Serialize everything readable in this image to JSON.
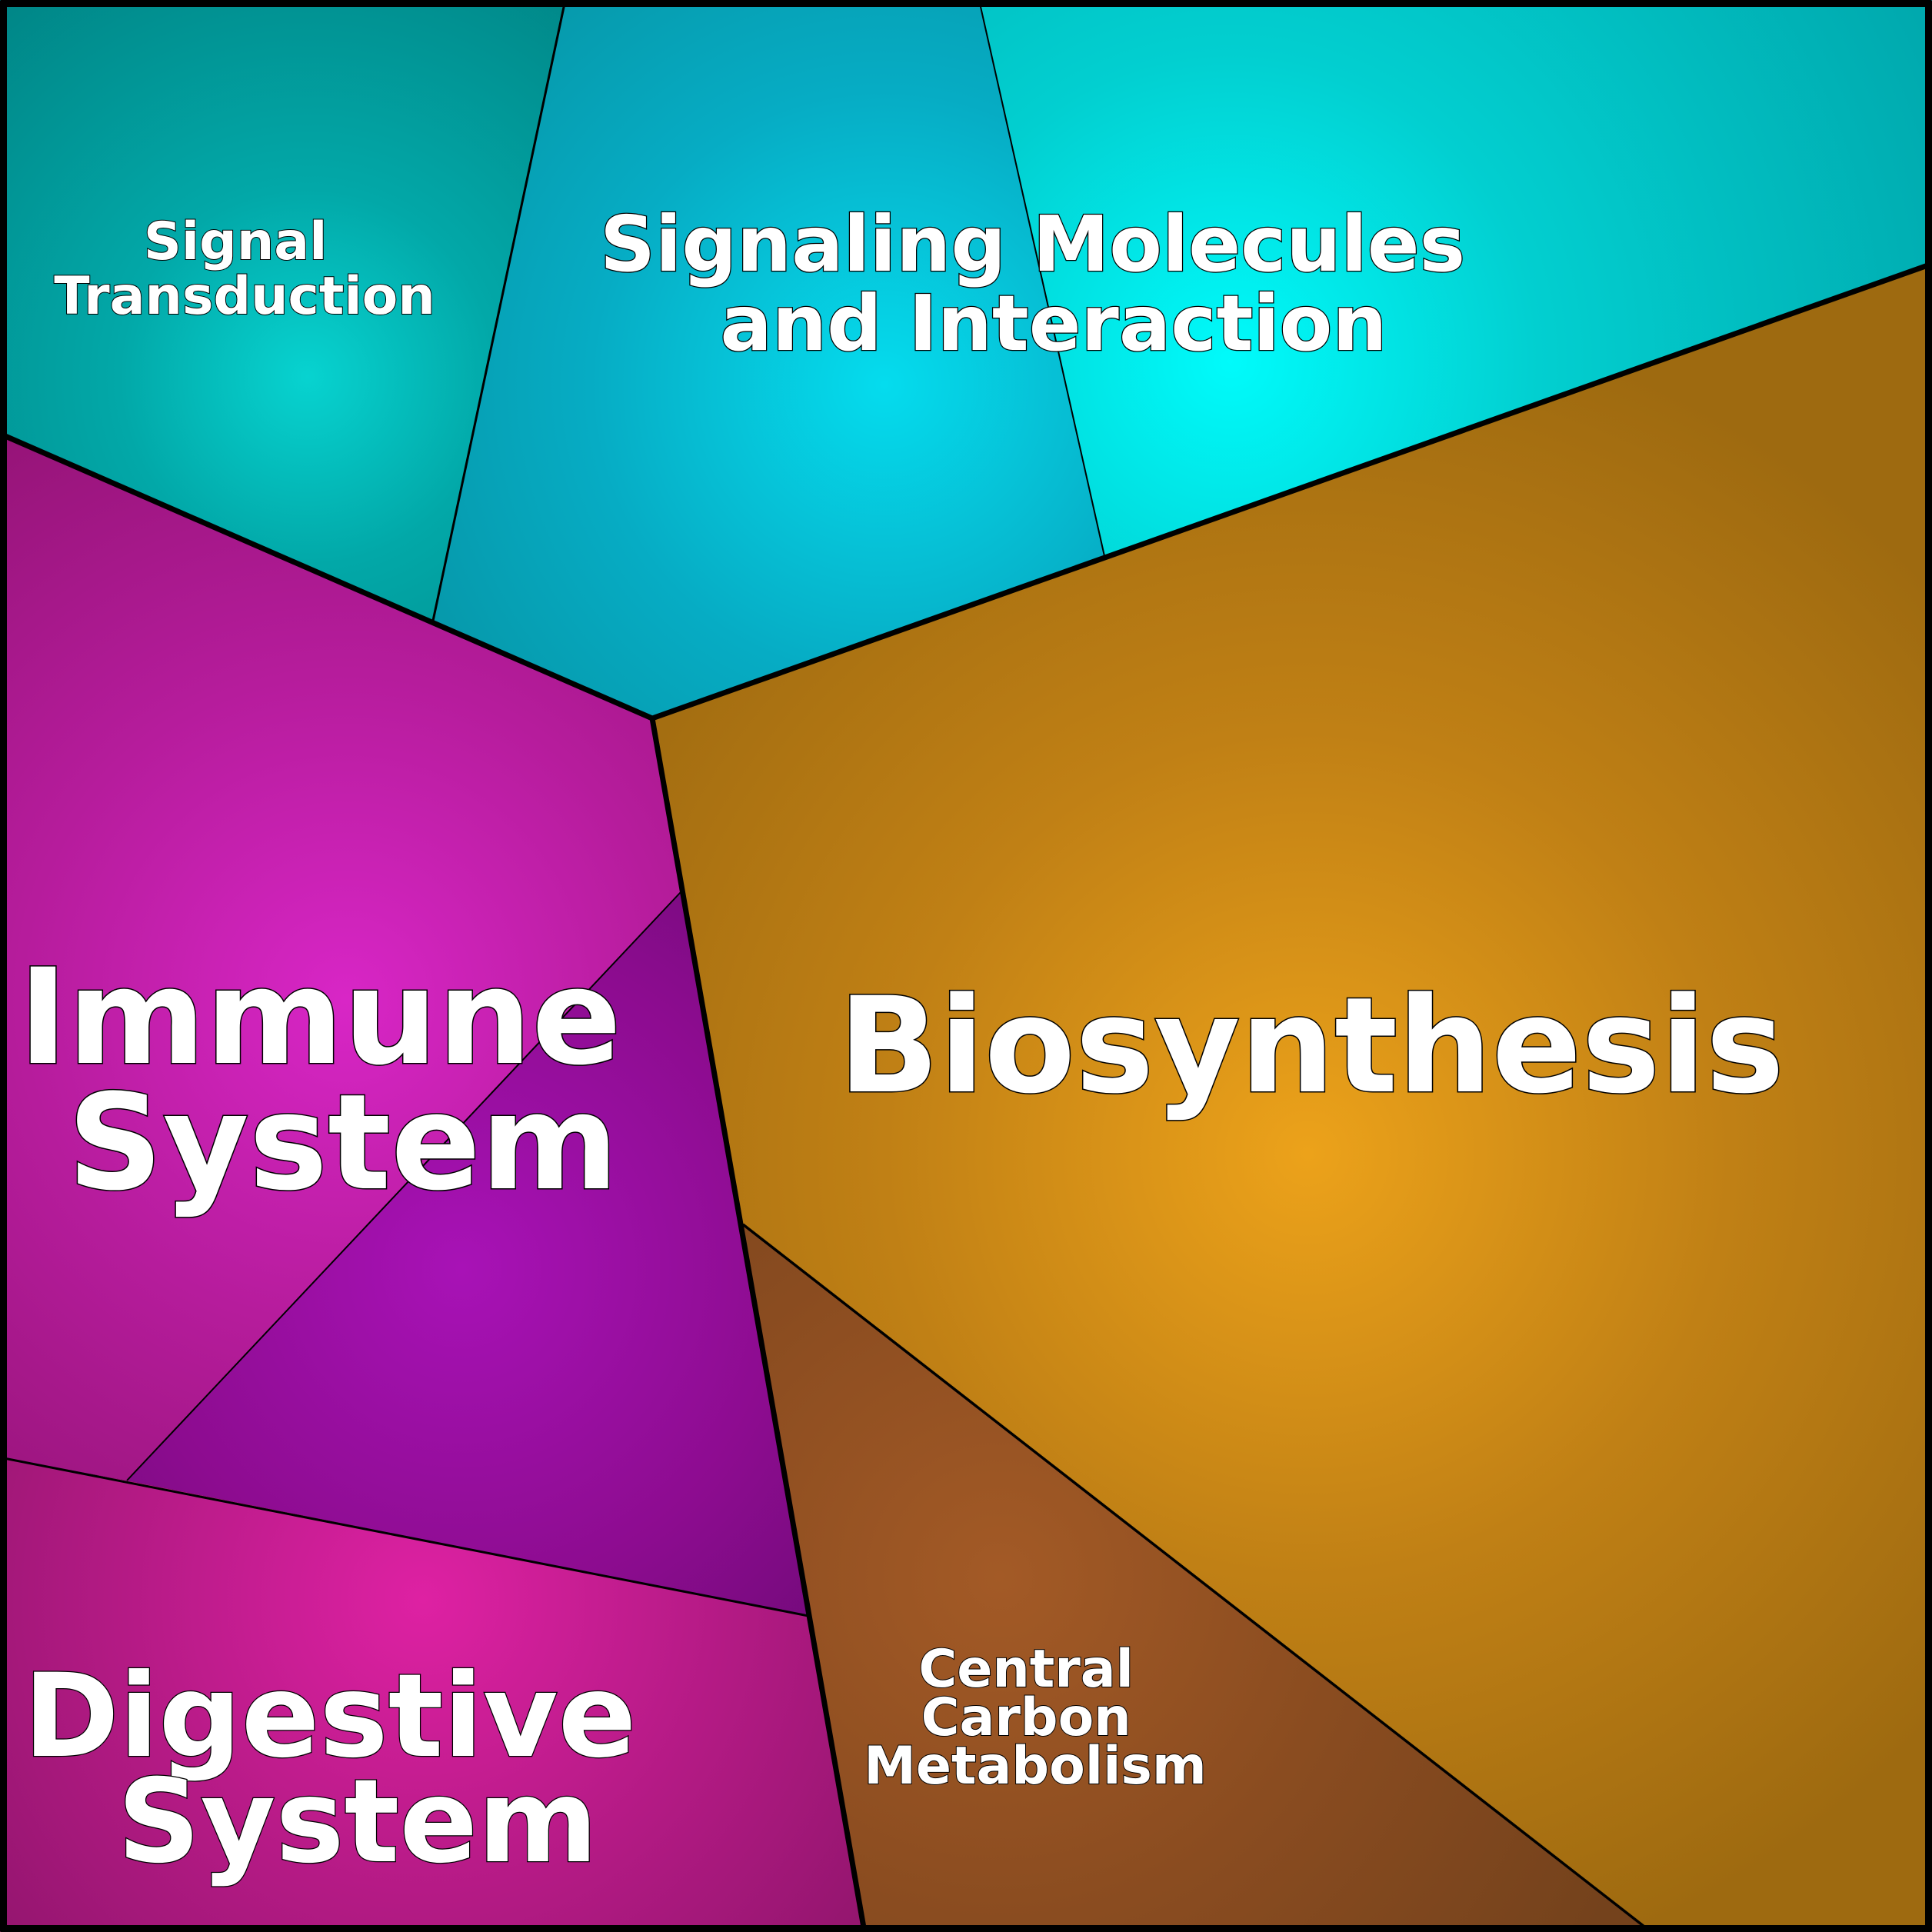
{
  "diagram": {
    "type": "voronoi-treemap",
    "colors": {
      "teal_dark": "#008a8a",
      "teal_mid": "#06a3b5",
      "cyan_bright": "#00f5f5",
      "magenta": "#d023c0",
      "purple": "#a010b0",
      "pink": "#dc209f",
      "orange": "#e79c1a",
      "brown": "#9b5524",
      "border": "#000000"
    },
    "cells": [
      {
        "id": "signal-transduction",
        "lines": [
          "Signal",
          "Transduction"
        ]
      },
      {
        "id": "signaling-molecules-interaction",
        "lines": [
          "Signaling Molecules",
          "and Interaction"
        ]
      },
      {
        "id": "immune-system",
        "lines": [
          "Immune",
          "System"
        ]
      },
      {
        "id": "biosynthesis",
        "lines": [
          "Biosynthesis"
        ]
      },
      {
        "id": "digestive-system",
        "lines": [
          "Digestive",
          "System"
        ]
      },
      {
        "id": "central-carbon-metabolism",
        "lines": [
          "Central",
          "Carbon",
          "Metabolism"
        ]
      }
    ]
  }
}
